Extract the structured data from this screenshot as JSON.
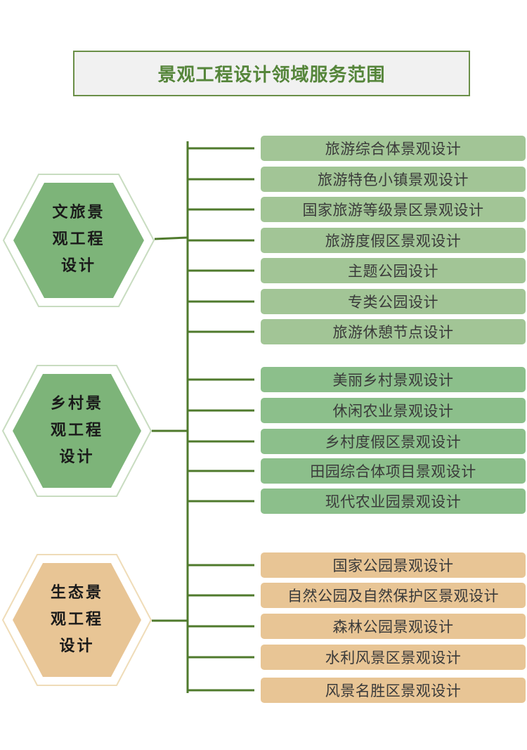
{
  "title": "景观工程设计领域服务范围",
  "colors": {
    "line": "#4f7a2c",
    "g1": "#a2c596",
    "g2": "#8cbf8b",
    "g3": "#e8c595",
    "hex_green": "#7db479",
    "hex_sand": "#e8c595"
  },
  "groups": [
    {
      "label_lines": [
        "文旅景",
        "观工程",
        "设计"
      ],
      "items": [
        "旅游综合体景观设计",
        "旅游特色小镇景观设计",
        "国家旅游等级景区景观设计",
        "旅游度假区景观设计",
        "主题公园设计",
        "专类公园设计",
        "旅游休憩节点设计"
      ]
    },
    {
      "label_lines": [
        "乡村景",
        "观工程",
        "设计"
      ],
      "items": [
        "美丽乡村景观设计",
        "休闲农业景观设计",
        "乡村度假区景观设计",
        "田园综合体项目景观设计",
        "现代农业园景观设计"
      ]
    },
    {
      "label_lines": [
        "生态景",
        "观工程",
        "设计"
      ],
      "items": [
        "国家公园景观设计",
        "自然公园及自然保护区景观设计",
        "森林公园景观设计",
        "水利风景区景观设计",
        "风景名胜区景观设计"
      ]
    }
  ]
}
